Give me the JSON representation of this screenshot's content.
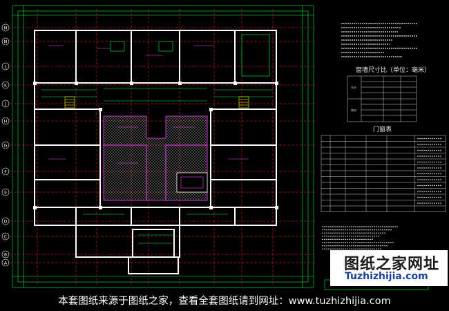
{
  "drawing": {
    "axis_labels_left": [
      "N",
      "M",
      "L",
      "K",
      "J",
      "H",
      "G",
      "F",
      "E",
      "D",
      "C",
      "B",
      "A"
    ],
    "door_schedule": {
      "title": "门窗表",
      "rows": 12
    },
    "window_table": {
      "title": "窗墙尺寸比（单位：毫米）",
      "col_labels": [
        "东向",
        "南向"
      ]
    }
  },
  "watermark": {
    "name": "图纸之家网址",
    "domain": "Tuzhizhijia.com"
  },
  "caption": "本套图纸来源于图纸之家，查看全套图纸请到网址：www.tuzhizhijia.com",
  "colors": {
    "background": "#000000",
    "wall": "#ffffff",
    "grid_red": "#ff2020",
    "dim_green": "#00ff40",
    "text_magenta": "#ff40ff",
    "axis_circle": "#ffffff",
    "hatch": "#8a8a8a",
    "stair_yellow": "#ffff00"
  }
}
